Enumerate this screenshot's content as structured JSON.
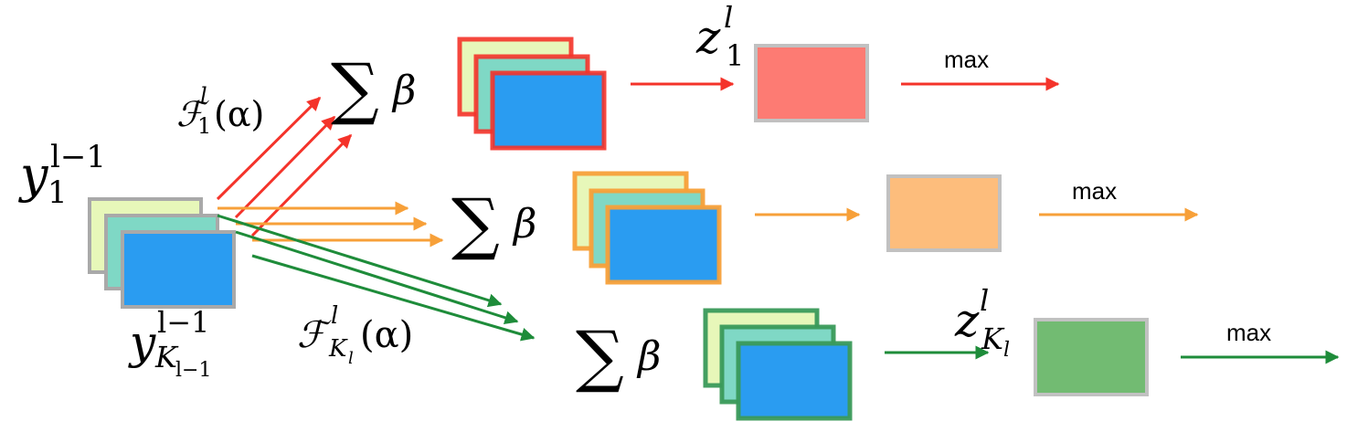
{
  "colors": {
    "red": "#f4332a",
    "orange": "#f7a039",
    "green": "#1e8c3a",
    "map_green": "#e7f7b9",
    "map_teal": "#7fd8c5",
    "map_blue": "#2a9cf1",
    "map_gray_border": "#a9a9a9",
    "out_red": "#fd7b73",
    "out_orange": "#fdbd7c",
    "out_green": "#72bb72",
    "out_border": "#c1c1c1"
  },
  "labels": {
    "y_top": {
      "base": "y",
      "sup": "l−1",
      "sub": "1"
    },
    "y_bottom": {
      "base": "y",
      "sup": "l−1",
      "sub": "K",
      "subsub": "l−1"
    },
    "f_top": {
      "base": "ℱ",
      "sup": "l",
      "sub": "1",
      "arg": "(α)"
    },
    "f_bottom": {
      "base": "ℱ",
      "sup": "l",
      "sub": "K",
      "subsub": "l",
      "arg": "(α)"
    },
    "sum_symbol": "∑",
    "beta": "β",
    "z_top": {
      "base": "z",
      "sup": "l",
      "sub": "1"
    },
    "z_bottom": {
      "base": "z",
      "sup": "l",
      "sub": "K",
      "subsub": "l"
    },
    "max": "max"
  }
}
